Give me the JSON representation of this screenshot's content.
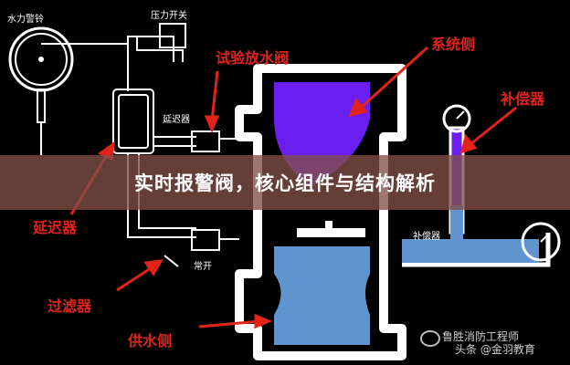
{
  "labels": {
    "water_gong": "水力警铃",
    "pressure_switch": "压力开关",
    "retarder": "延迟器",
    "compensator": "补偿器",
    "normally_open": "常开"
  },
  "callouts": {
    "test_drain_valve": "试验放水阀",
    "system_side": "系统侧",
    "compensator": "补偿器",
    "retarder": "延迟器",
    "filter": "过滤器",
    "supply_side": "供水侧"
  },
  "title_banner": "实时报警阀，核心组件与结构解析",
  "watermark": {
    "line1": "鲁胜消防工程师",
    "line2": "头条 @金羽教育"
  },
  "colors": {
    "system_side_fill": "#6a1ef0",
    "supply_side_fill": "#5f94cf",
    "callout_red": "#e2231a",
    "banner": "#82504699"
  }
}
